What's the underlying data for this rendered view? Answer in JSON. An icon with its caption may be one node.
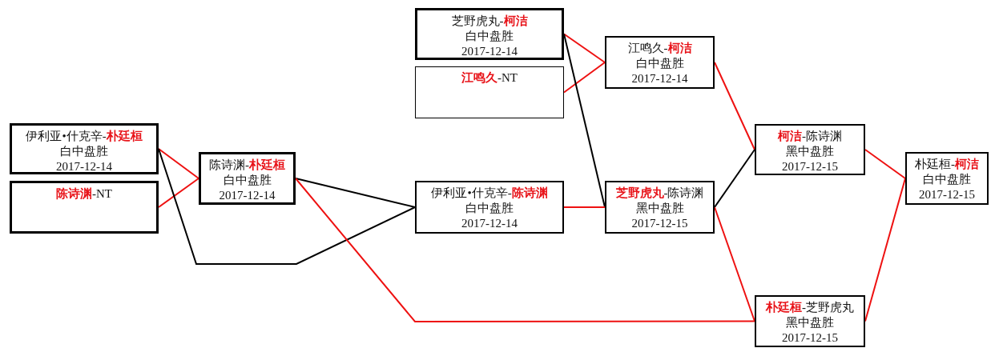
{
  "diagram": {
    "nodes": [
      {
        "text": [
          "伊利亚•什克辛-**朴廷桓**",
          "白中盘胜",
          "2017-12-14"
        ]
      },
      {
        "text": [
          "**陈诗渊**-NT"
        ]
      },
      {
        "text": [
          "陈诗渊-**朴廷桓**",
          "白中盘胜",
          "2017-12-14"
        ]
      },
      {
        "text": [
          "芝野虎丸-**柯洁**",
          "白中盘胜",
          "2017-12-14"
        ]
      },
      {
        "text": [
          "**江鸣久**-NT"
        ]
      },
      {
        "text": [
          "伊利亚•什克辛-**陈诗渊**",
          "白中盘胜",
          "2017-12-14"
        ]
      },
      {
        "text": [
          "江鸣久-**柯洁**",
          "白中盘胜",
          "2017-12-14"
        ]
      },
      {
        "text": [
          "**芝野虎丸**-陈诗渊",
          "黑中盘胜",
          "2017-12-15"
        ]
      },
      {
        "text": [
          "**柯洁**-陈诗渊",
          "黑中盘胜",
          "2017-12-15"
        ]
      },
      {
        "text": [
          "**朴廷桓**-芝野虎丸",
          "黑中盘胜",
          "2017-12-15"
        ]
      },
      {
        "text": [
          "朴廷桓-**柯洁**",
          "白中盘胜",
          "2017-12-15"
        ]
      }
    ],
    "edges": [
      {
        "from": 0,
        "to": 2,
        "arrow": "none"
      },
      {
        "from": 1,
        "to": 2,
        "arrow": "none"
      },
      {
        "from": 0,
        "to": 5,
        "arrow": "none",
        "color": "#000000"
      },
      {
        "from": 2,
        "to": 5,
        "arrow": "none",
        "color": "#000000"
      },
      {
        "from": 2,
        "to": 9,
        "arrow": "none"
      },
      {
        "from": 3,
        "to": 6,
        "arrow": "none"
      },
      {
        "from": 4,
        "to": 6,
        "arrow": "none"
      },
      {
        "from": 3,
        "to": 7,
        "arrow": "none",
        "color": "#000000"
      },
      {
        "from": 5,
        "to": 7,
        "arrow": "none"
      },
      {
        "from": 6,
        "to": 8,
        "arrow": "none"
      },
      {
        "from": 7,
        "to": 8,
        "arrow": "none",
        "color": "#000000"
      },
      {
        "from": 7,
        "to": 9,
        "arrow": "none"
      },
      {
        "from": 8,
        "to": 10,
        "arrow": "none"
      },
      {
        "from": 9,
        "to": 10,
        "arrow": "none"
      }
    ]
  }
}
